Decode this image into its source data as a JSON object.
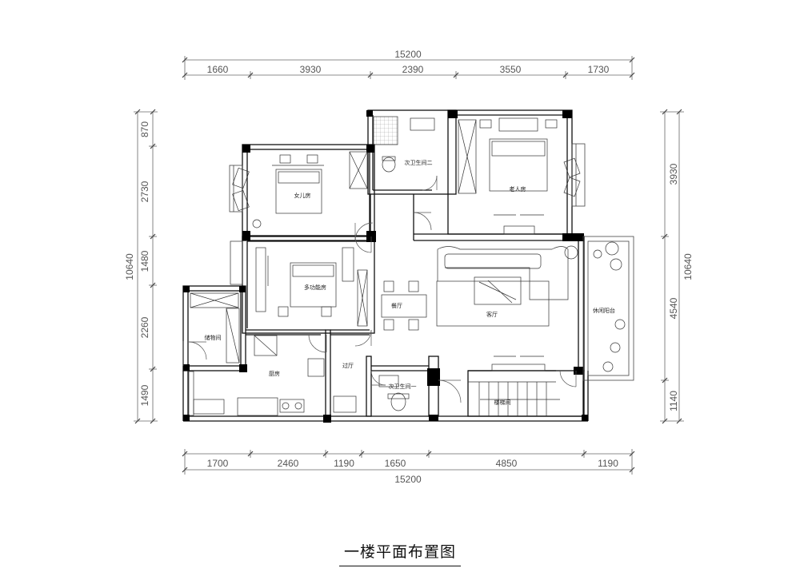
{
  "title": "一楼平面布置图",
  "dims": {
    "top_total": "15200",
    "top": [
      "1660",
      "3930",
      "2390",
      "3550",
      "1730"
    ],
    "bottom_total": "15200",
    "bottom": [
      "1700",
      "2460",
      "1190",
      "1650",
      "4850",
      "1190"
    ],
    "left_total": "10640",
    "left": [
      "870",
      "2730",
      "1480",
      "2260",
      "1490"
    ],
    "right_total": "10640",
    "right": [
      "3930",
      "4540",
      "1140"
    ]
  },
  "rooms": {
    "daughter_room": "女儿房",
    "bath2": "次卫生间二",
    "elder_room": "老人房",
    "multi_room": "多功能房",
    "dining": "餐厅",
    "living": "客厅",
    "balcony": "休闲阳台",
    "storage": "储物间",
    "kitchen": "厨房",
    "hall": "过厅",
    "bath1": "次卫生间一",
    "stair": "楼梯间"
  }
}
